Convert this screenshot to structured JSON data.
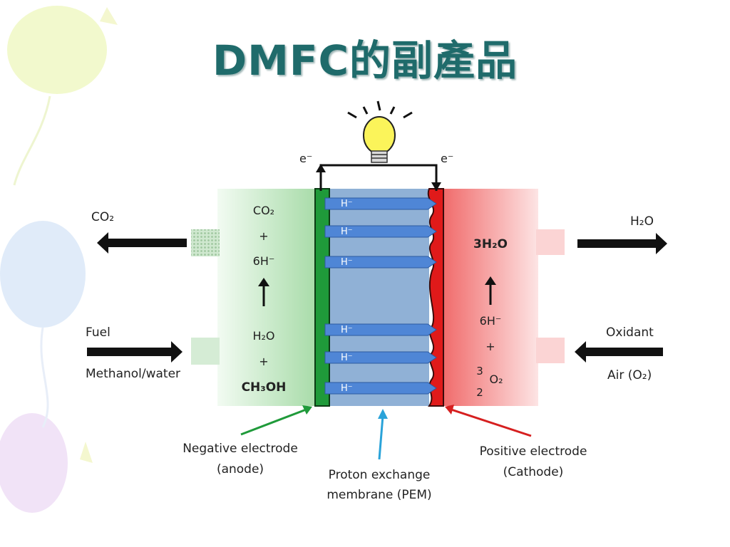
{
  "slide": {
    "title": "DMFC的副產品"
  },
  "circuit": {
    "electron_left": "e⁻",
    "electron_right": "e⁻"
  },
  "anode_side": {
    "product_out": "CO₂",
    "fuel_label": "Fuel",
    "fuel_type": "Methanol/water",
    "reaction": {
      "line1": "CO₂",
      "line2": "+",
      "line3": "6H⁻",
      "line4": "H₂O",
      "line5": "+",
      "line6": "CH₃OH"
    }
  },
  "cathode_side": {
    "product_out": "H₂O",
    "oxidant_label": "Oxidant",
    "oxidant_type": "Air (O₂)",
    "reaction": {
      "line1": "3H₂O",
      "line2": "6H⁻",
      "line3": "+",
      "line4_num": "3",
      "line4_species": "O₂",
      "line4_den": "2"
    }
  },
  "membrane": {
    "proton_labels": [
      "H⁻",
      "H⁻",
      "H⁻",
      "H⁻",
      "H⁻",
      "H⁻"
    ]
  },
  "callouts": {
    "negative_electrode": "Negative electrode",
    "negative_electrode_sub": "(anode)",
    "pem": "Proton exchange",
    "pem_sub": "membrane (PEM)",
    "positive_electrode": "Positive electrode",
    "positive_electrode_sub": "(Cathode)"
  },
  "colors": {
    "title": "#1f6b6b",
    "anode_zone": "#bfe5bf",
    "cathode_zone": "#f48a8a",
    "membrane": "#8fb0d8",
    "proton_arrow": "#4f86d6",
    "anode_electrode": "#1f9a3a",
    "cathode_electrode": "#e01a1a"
  }
}
